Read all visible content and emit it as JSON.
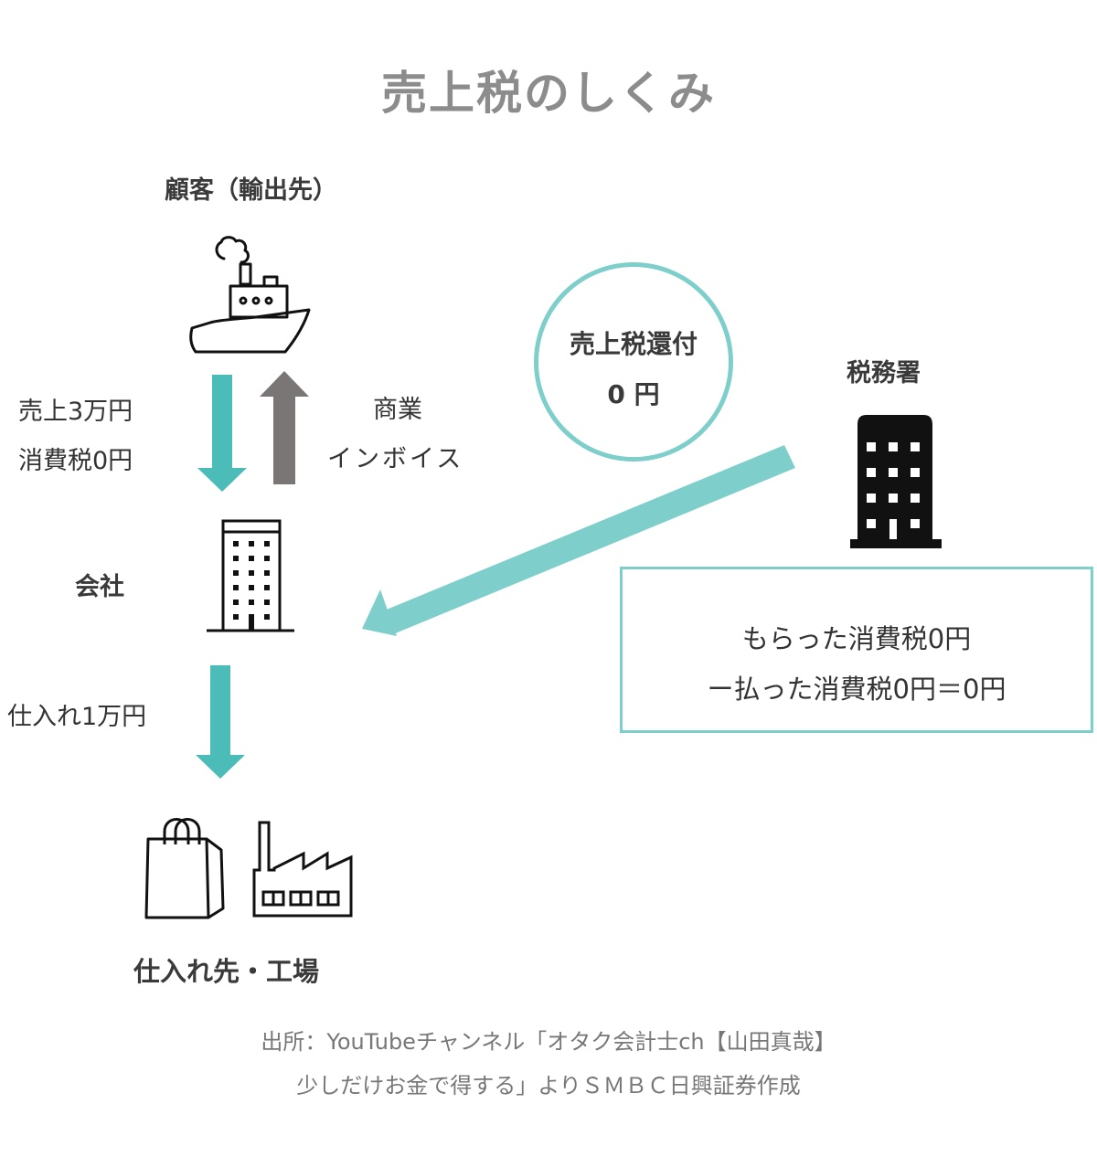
{
  "title": "売上税のしくみ",
  "nodes": {
    "customer": "顧客（輸出先）",
    "company": "会社",
    "tax_office": "税務署",
    "supplier": "仕入れ先・工場"
  },
  "flows": {
    "sales_line1": "売上3万円",
    "sales_line2": "消費税0円",
    "invoice_line1": "商業",
    "invoice_line2": "インボイス",
    "purchase": "仕入れ1万円"
  },
  "refund": {
    "label": "売上税還付",
    "amount": "0 円"
  },
  "calculation": {
    "line1": "もらった消費税0円",
    "line2": "ー払った消費税0円＝0円"
  },
  "source": {
    "line1": "出所：YouTubeチャンネル「オタク会計士ch【山田真哉】",
    "line2": "少しだけお金で得する」よりＳＭＢＣ日興証券作成"
  },
  "colors": {
    "teal_arrow": "#4bbcb8",
    "teal_light": "#7ecfcb",
    "gray_arrow": "#7a7676",
    "title_gray": "#8c8c8c"
  },
  "icons": [
    "ship-icon",
    "office-building-icon",
    "tax-office-building-icon",
    "shopping-bag-icon",
    "factory-icon"
  ]
}
